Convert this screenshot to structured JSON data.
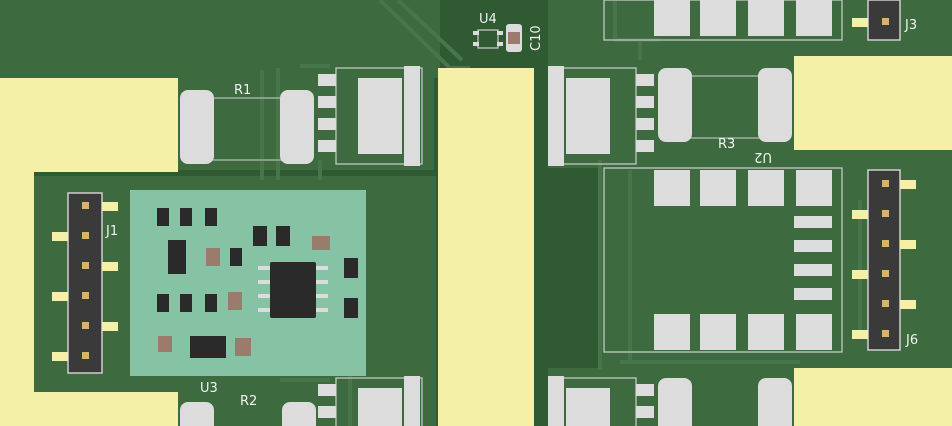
{
  "board": {
    "labels": {
      "u4": "U4",
      "c10": "C10",
      "r1": "R1",
      "j1": "J1",
      "j3": "J3",
      "r3": "R3",
      "u2": "U2",
      "j6": "J6",
      "u3": "U3",
      "r2": "R2"
    },
    "colors": {
      "substrate": "#2f5a32",
      "copper_pour": "#3d6b3f",
      "trace": "#47764a",
      "pad": "#dcdcdc",
      "gold": "#f5f0a8",
      "silkscreen": "#f2f2f2",
      "module": "#86c3a4",
      "chip": "#2a2a2a",
      "capacitor": "#9b7b6b"
    }
  }
}
